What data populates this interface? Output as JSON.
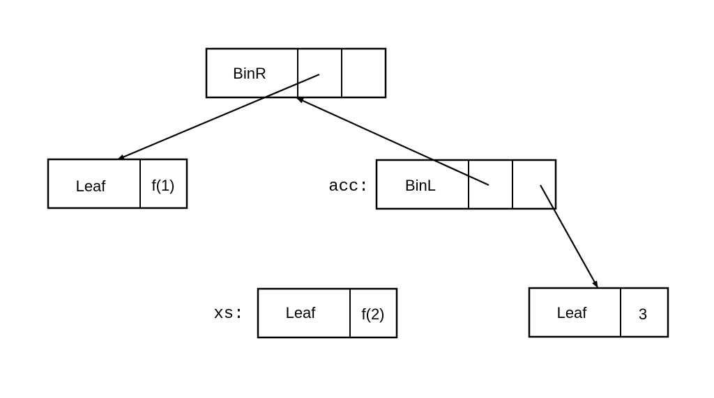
{
  "nodes": {
    "binr": {
      "tag": "BinR"
    },
    "leaf_f1": {
      "tag": "Leaf",
      "value": "f(1)"
    },
    "binl": {
      "tag": "BinL"
    },
    "leaf_f2": {
      "tag": "Leaf",
      "value": "f(2)"
    },
    "leaf_3": {
      "tag": "Leaf",
      "value": "3"
    }
  },
  "variables": {
    "acc": "acc:",
    "xs": "xs:"
  },
  "colors": {
    "stroke": "#000000",
    "background": "#ffffff"
  }
}
